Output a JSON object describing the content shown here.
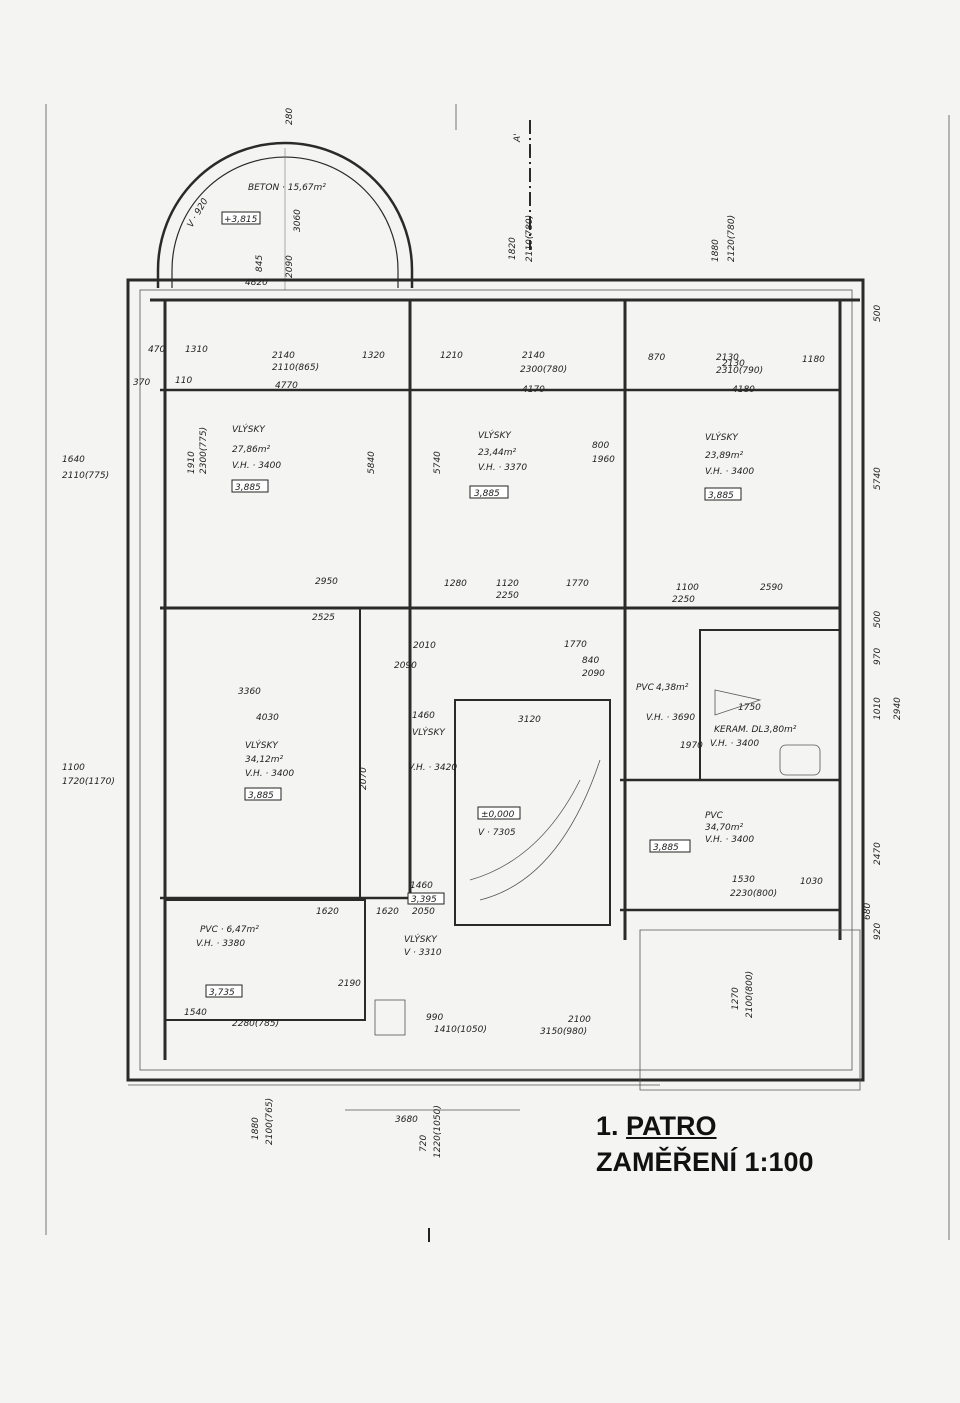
{
  "sheet": {
    "number": "1.",
    "name": "PATRO",
    "subtitle": "ZAMĚŘENÍ 1:100"
  },
  "section_marker": "A'",
  "balcony": {
    "material": "BETON · 15,67m²",
    "level": "+3,815",
    "radius": "V · 920"
  },
  "rooms": [
    {
      "id": "room-nw",
      "floor": "VLÝSKY",
      "area": "27,86m²",
      "height": "V.H. · 3400",
      "level": "3,885"
    },
    {
      "id": "room-n",
      "floor": "VLÝSKY",
      "area": "23,44m²",
      "height": "V.H. · 3370",
      "level": "3,885"
    },
    {
      "id": "room-ne",
      "floor": "VLÝSKY",
      "area": "23,89m²",
      "height": "V.H. · 3400",
      "level": "3,885"
    },
    {
      "id": "room-w",
      "floor": "VLÝSKY",
      "area": "34,12m²",
      "height": "V.H. · 3400",
      "level": "3,885"
    },
    {
      "id": "room-e",
      "floor": "PVC",
      "area": "34,70m²",
      "height": "V.H. · 3400",
      "level": "3,885"
    },
    {
      "id": "stair-hall",
      "floor": "VLÝSKY",
      "area": "",
      "height": "V.H. · 3420",
      "level": "±0,000",
      "extra": "V · 7305"
    },
    {
      "id": "wc-sw",
      "floor": "PVC · 6,47m²",
      "area": "",
      "height": "V.H. · 3380",
      "level": "3,735"
    },
    {
      "id": "corridor-s",
      "floor": "VLÝSKY",
      "area": "",
      "height": "V · 3310",
      "level": "3,395"
    },
    {
      "id": "bath-ne",
      "floor": "PVC",
      "area": "4,38m²",
      "height": "V.H. · 3690",
      "level": ""
    },
    {
      "id": "bath-tiles",
      "floor": "KERAM. DL.",
      "area": "3,80m²",
      "height": "V.H. · 3400",
      "level": ""
    }
  ],
  "dimensions": {
    "top": [
      "1820",
      "2110(780)",
      "1880",
      "2120(780)",
      "280",
      "3060",
      "2090",
      "2130"
    ],
    "left": [
      "1640",
      "2110(775)",
      "1100",
      "1720(1170)"
    ],
    "right": [
      "500",
      "5740",
      "500",
      "970",
      "1010",
      "2940",
      "2470",
      "920",
      "680"
    ],
    "bottom": [
      "1880",
      "2100(765)",
      "3680",
      "720",
      "1220(1050)",
      "1270",
      "2100(800)"
    ],
    "interior": [
      "4820",
      "845",
      "2140",
      "2110(865)",
      "4770",
      "1320",
      "1210",
      "2140",
      "2300(780)",
      "4170",
      "870",
      "2130",
      "2310(790)",
      "4180",
      "1180",
      "470",
      "1310",
      "370",
      "110",
      "1910",
      "2300(775)",
      "5840",
      "5740",
      "800",
      "1960",
      "2950",
      "2525",
      "2010",
      "2090",
      "1280",
      "1120",
      "2250",
      "1770",
      "1770",
      "840",
      "2090",
      "1100",
      "2250",
      "2590",
      "4030",
      "3120",
      "1460",
      "3360",
      "2070",
      "1460",
      "2050",
      "1620",
      "2190",
      "1540",
      "2280(785)",
      "1620",
      "1530",
      "2230(800)",
      "1030",
      "1750",
      "1970",
      "2100",
      "3150(980)",
      "990",
      "1410(1050)"
    ]
  }
}
